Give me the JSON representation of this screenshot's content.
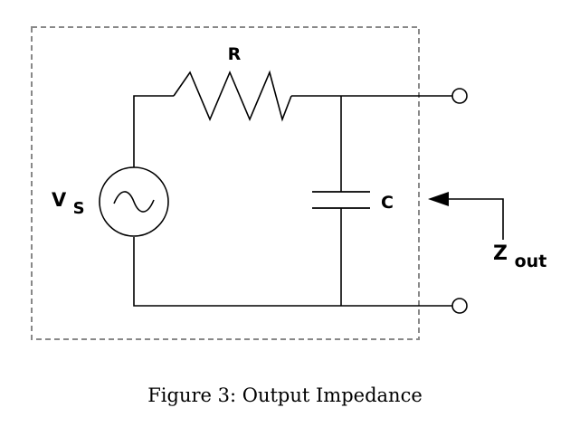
{
  "diagram": {
    "labels": {
      "resistor": "R",
      "capacitor": "C",
      "source_main": "V",
      "source_sub": "S",
      "output_main": "Z",
      "output_sub": "out"
    }
  },
  "caption": "Figure 3: Output Impedance",
  "colors": {
    "wire": "#000000",
    "boundary": "#888888",
    "background": "#ffffff"
  }
}
